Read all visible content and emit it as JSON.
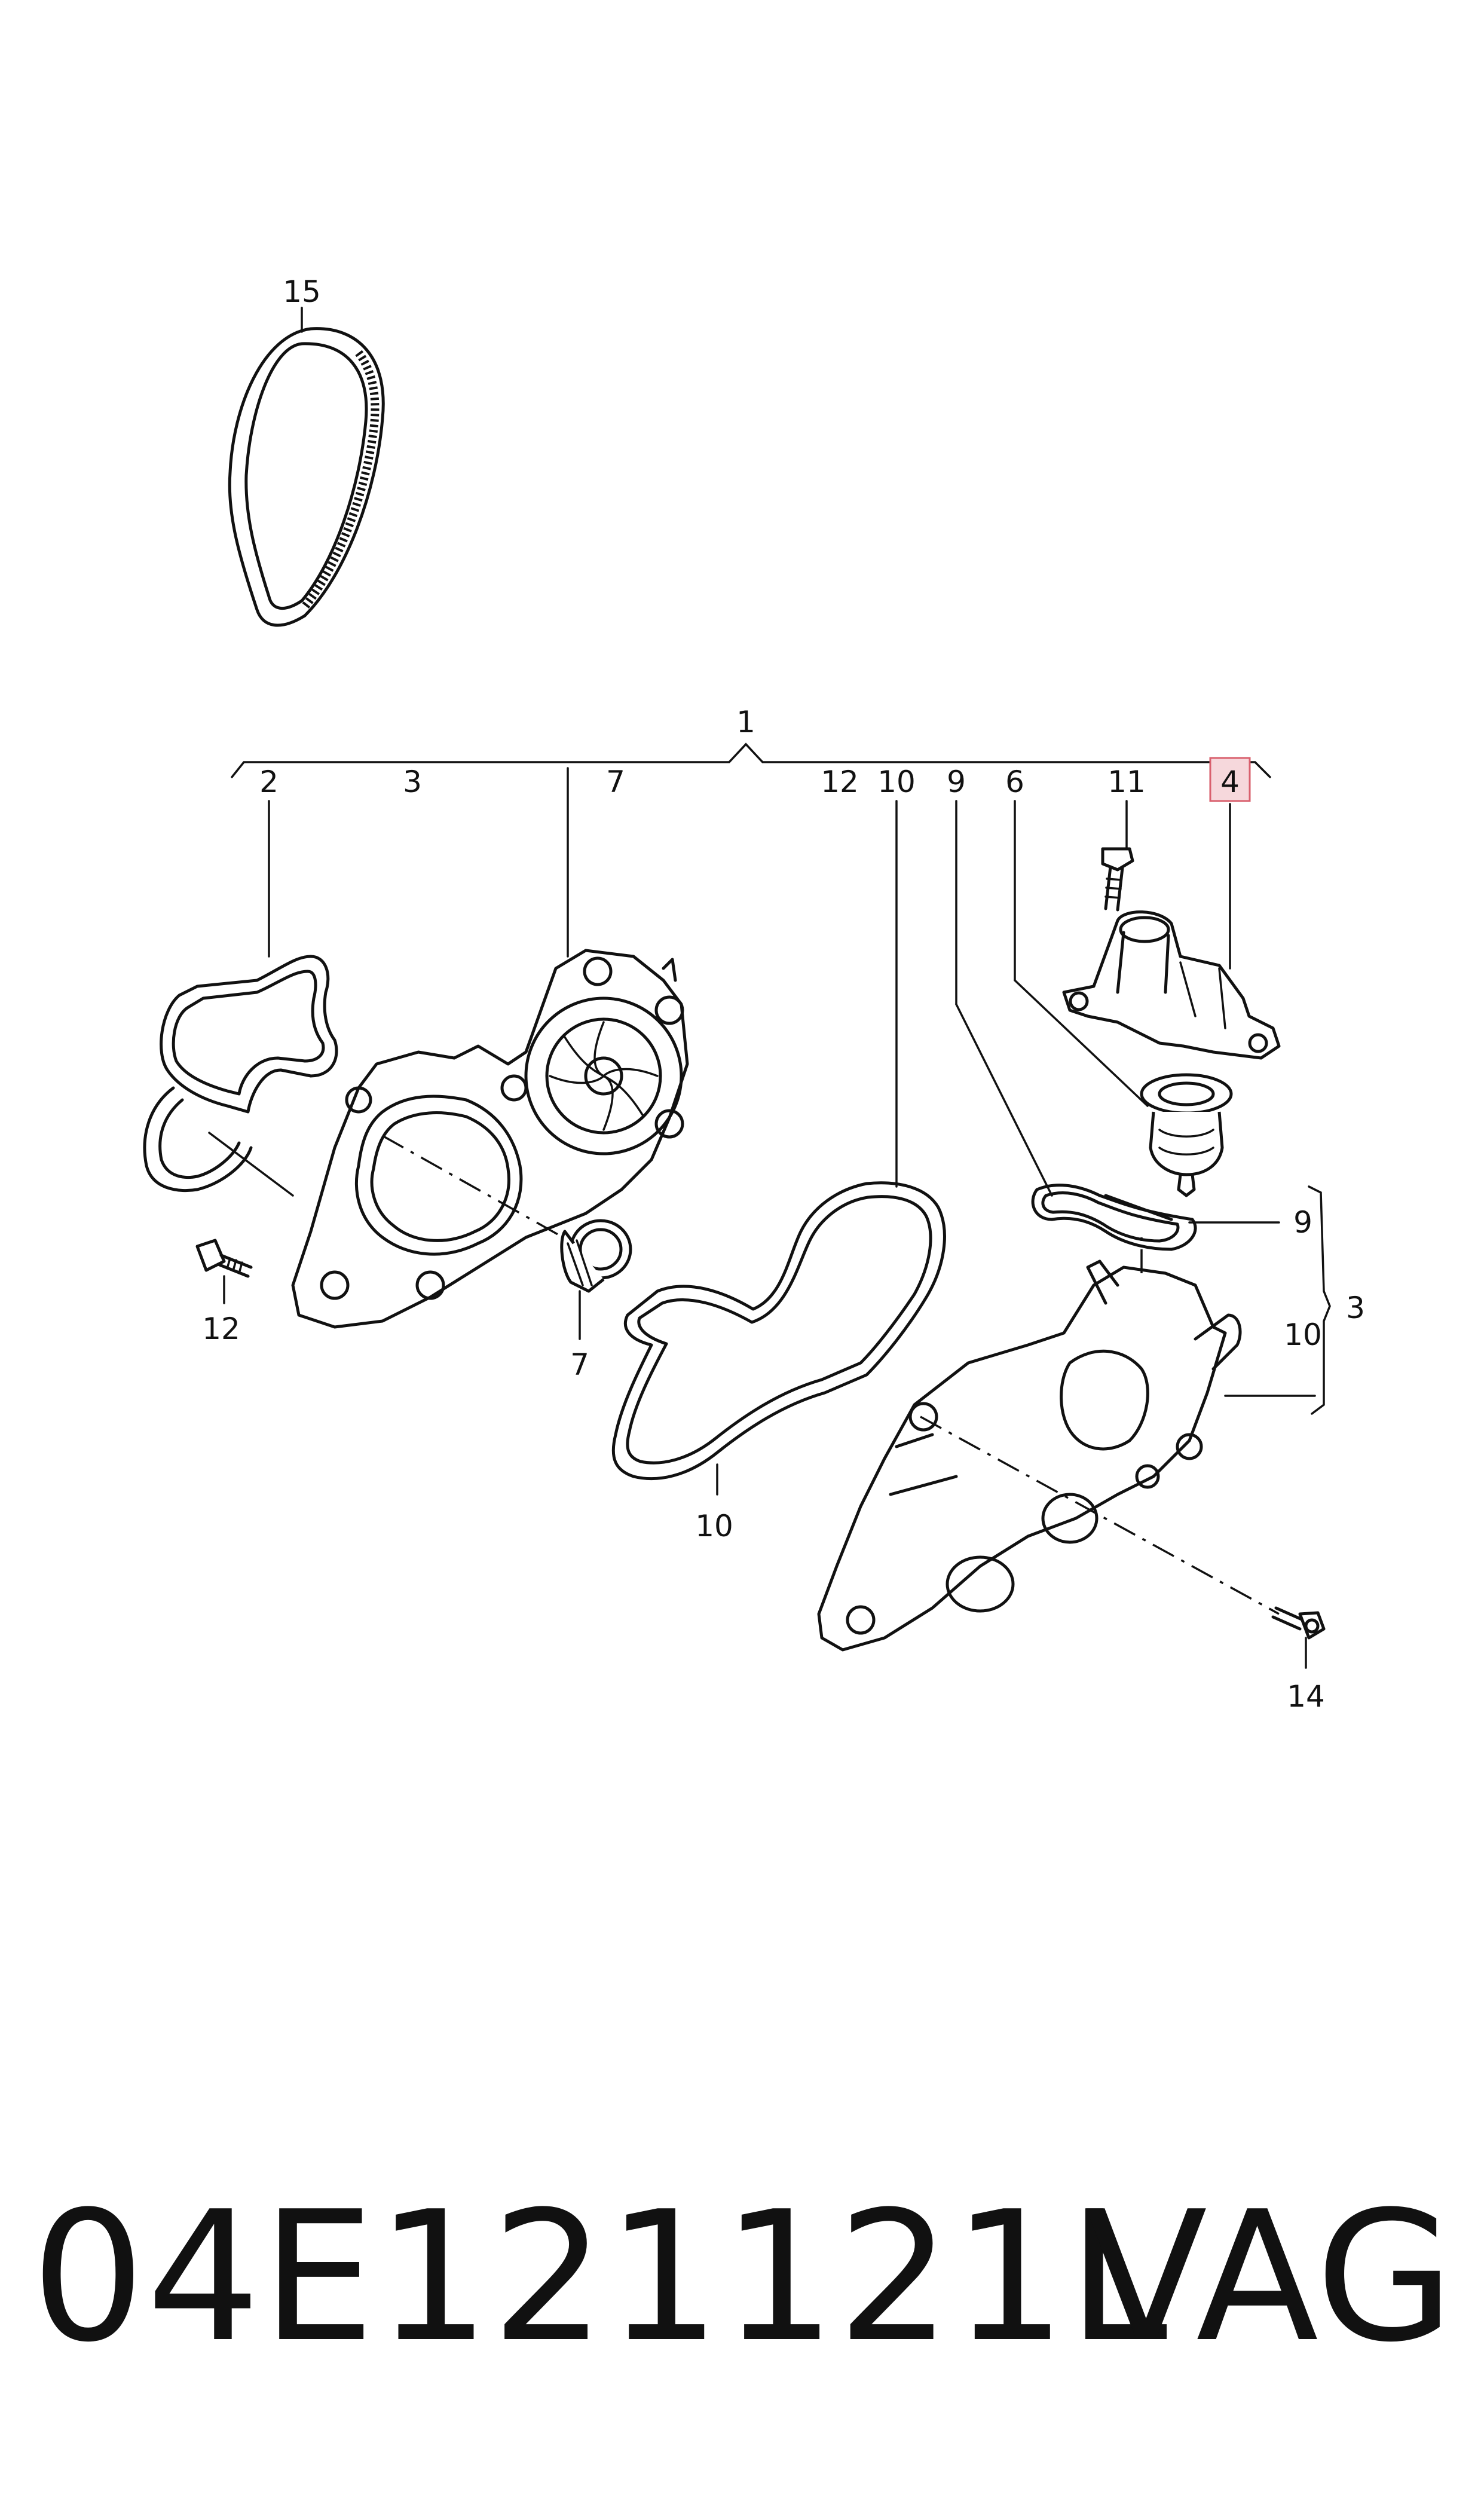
{
  "diagram": {
    "callouts": {
      "belt": "15",
      "assembly": "1",
      "gasket_left": "2",
      "pump_housing": "3",
      "seal_left": "7",
      "bolt_right_top": "12",
      "gasket_large_top": "10",
      "gasket_small_top": "9",
      "thermostat_top": "6",
      "screw_top": "11",
      "cover_highlighted": "4",
      "gasket_small_right": "9",
      "gasket_large_right": "10",
      "bracket_right": "3",
      "bolt_left": "12",
      "seal_left_bottom": "7",
      "gasket_large_bottom": "10",
      "screw_bottom": "14"
    },
    "highlight_color": "#d9606e"
  },
  "footer": {
    "part_number": "04E121121L",
    "brand": "VAG"
  }
}
